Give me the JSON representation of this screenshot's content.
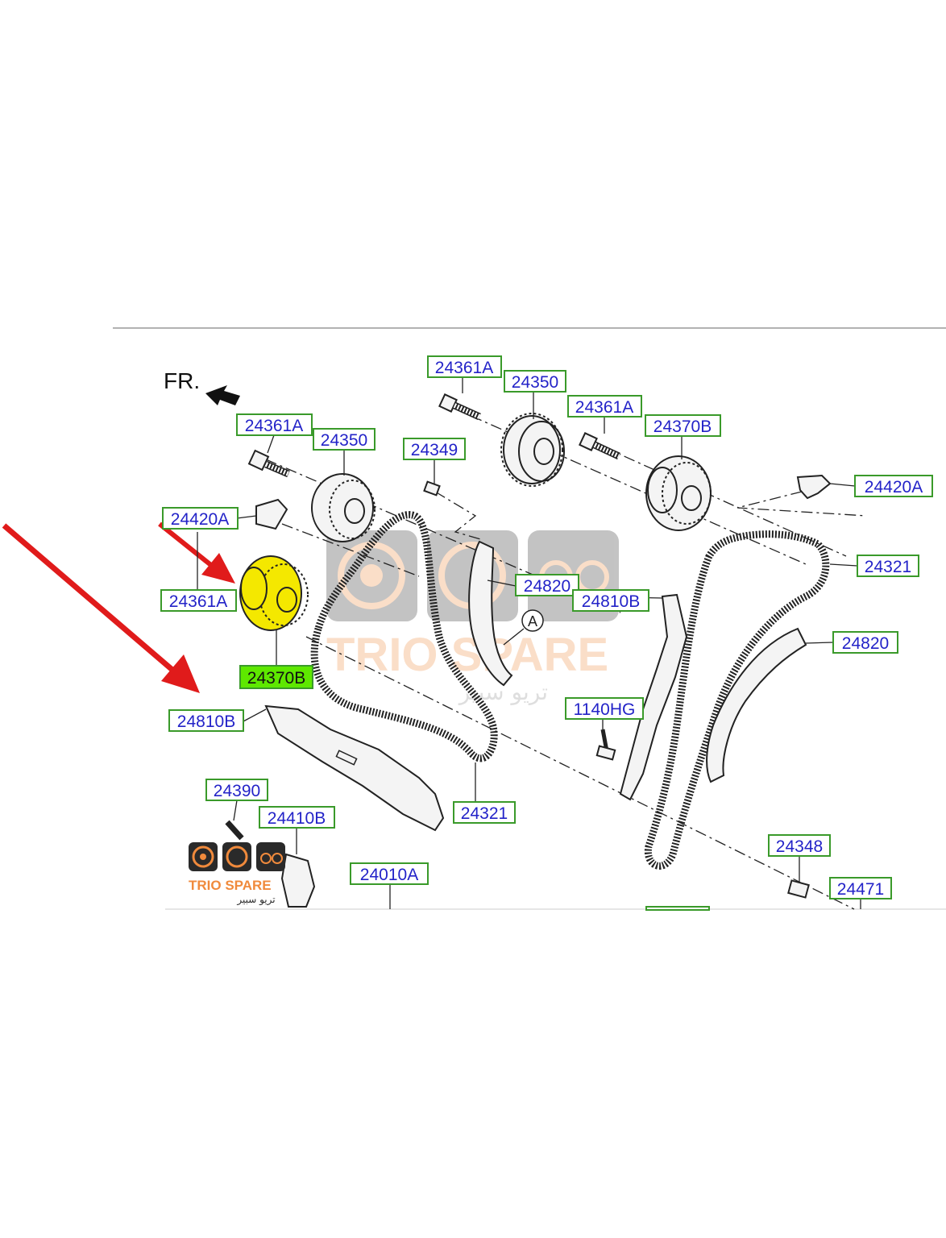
{
  "orientation_label": "FR.",
  "callout_letter": "A",
  "highlighted_part": "24370B",
  "part_labels": {
    "top_bolt_a": "24361A",
    "top_sprocket_a": "24350",
    "top_bolt_b": "24361A",
    "top_sprocket_b": "24370B",
    "sensor_right": "24420A",
    "chain_right": "24321",
    "guide_right": "24820",
    "bolt_left": "24361A",
    "sprocket_left": "24350",
    "pin_24349": "24349",
    "sensor_left": "24420A",
    "bolt_left_lower": "24361A",
    "sprocket_highlight": "24370B",
    "guide_center": "24820",
    "rail_center": "24810B",
    "rail_left": "24810B",
    "chain_center": "24321",
    "bolt_1140hg": "1140HG",
    "bolt_24390": "24390",
    "tensioner_24410b": "24410B",
    "cover_24010a": "24010A",
    "pin_24348": "24348",
    "part_24471": "24471"
  },
  "watermark": {
    "brand": "TRIO SPARE",
    "brand_arabic": "تريو سبير",
    "colors": {
      "orange": "#f08a3c",
      "grey": "#8c8c8c",
      "dark": "#2a2a2a"
    }
  },
  "colors": {
    "label_border": "#3a9a2a",
    "label_text": "#2323c8",
    "highlight": "#f4e800",
    "arrow": "#e01b1b"
  },
  "icons": [
    "camshaft-sprocket-icon",
    "speedometer-icon",
    "engine-icon"
  ]
}
